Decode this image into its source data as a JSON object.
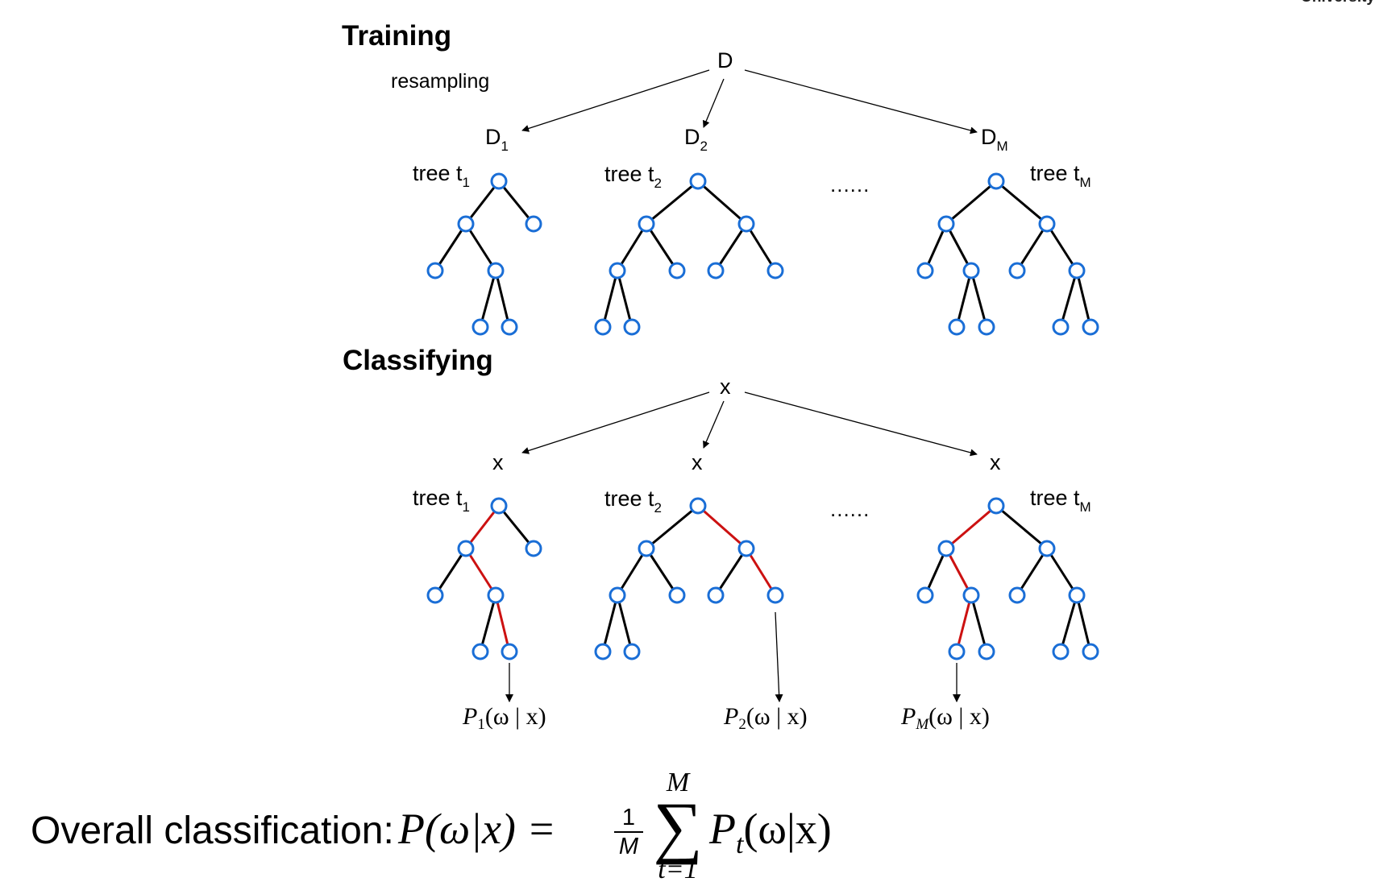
{
  "header": {
    "logo_text": "University"
  },
  "training": {
    "title": "Training",
    "resampling_label": "resampling",
    "root": "D",
    "subsets": [
      {
        "letter": "D",
        "sub": "1"
      },
      {
        "letter": "D",
        "sub": "2"
      },
      {
        "letter": "D",
        "sub": "M"
      }
    ],
    "trees": [
      {
        "word": "tree t",
        "sub": "1"
      },
      {
        "word": "tree t",
        "sub": "2"
      },
      {
        "word": "tree t",
        "sub": "M"
      }
    ],
    "ellipsis": "......"
  },
  "classifying": {
    "title": "Classifying",
    "root": "x",
    "inputs": [
      "x",
      "x",
      "x"
    ],
    "trees": [
      {
        "word": "tree t",
        "sub": "1"
      },
      {
        "word": "tree t",
        "sub": "2"
      },
      {
        "word": "tree t",
        "sub": "M"
      }
    ],
    "ellipsis": "......",
    "outputs": [
      {
        "p": "P",
        "sub": "1",
        "arg": "(ω | x)"
      },
      {
        "p": "P",
        "sub": "2",
        "arg": "(ω | x)"
      },
      {
        "p": "P",
        "sub": "M",
        "arg": "(ω | x)"
      }
    ]
  },
  "formula": {
    "lead": "Overall classification:",
    "lhs": "P(ω|x) =",
    "frac_num": "1",
    "frac_den": "M",
    "sum_upper": "M",
    "sum_symbol": "∑",
    "sum_lower": "t=1",
    "rhs_p": "P",
    "rhs_sub": "t",
    "rhs_arg": "(ω|x)"
  },
  "colors": {
    "node_stroke": "#1a6ed6",
    "path_edge": "#cc1111",
    "edge": "#000000"
  }
}
